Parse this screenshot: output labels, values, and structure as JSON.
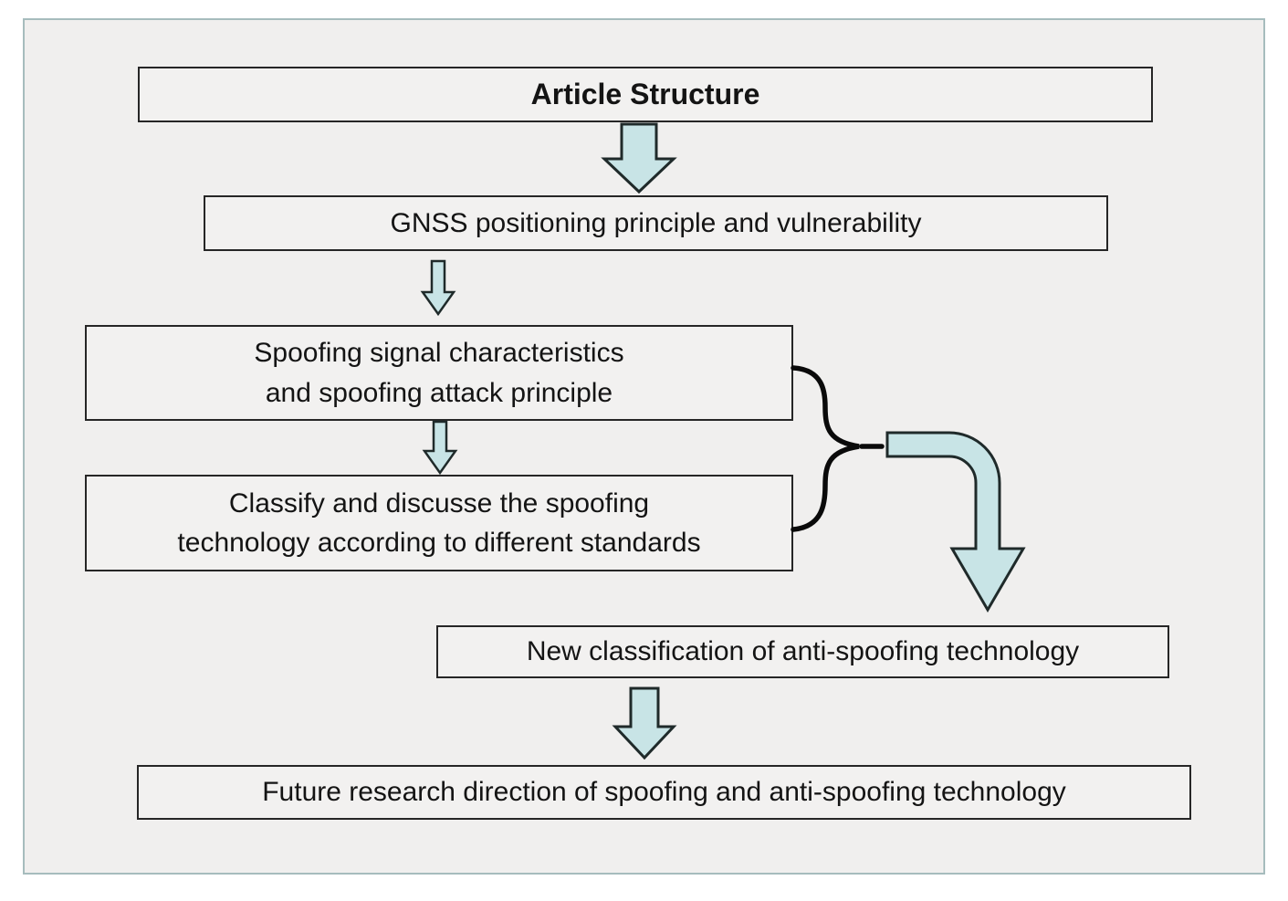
{
  "boxes": {
    "article": "Article Structure",
    "gnss": "GNSS positioning principle and vulnerability",
    "spoofing": "Spoofing signal characteristics\nand spoofing attack principle",
    "classify": "Classify and discusse the spoofing\ntechnology according to different standards",
    "new_classification": "New classification of anti-spoofing technology",
    "future": "Future research direction of spoofing and anti-spoofing technology"
  },
  "icons": {
    "down_arrow": "down-block-arrow",
    "small_down_arrow": "small-down-block-arrow",
    "curved_arrow": "bent-down-block-arrow",
    "brace": "right-curly-brace"
  },
  "colors": {
    "arrow_fill": "#c8e4e6",
    "arrow_stroke": "#1f2a2a",
    "box_bg": "#f2f1f0",
    "box_border": "#262626",
    "frame_bg": "#f0efee",
    "frame_border": "#a6bcbd",
    "brace_stroke": "#0a0a0a",
    "text": "#141414"
  }
}
